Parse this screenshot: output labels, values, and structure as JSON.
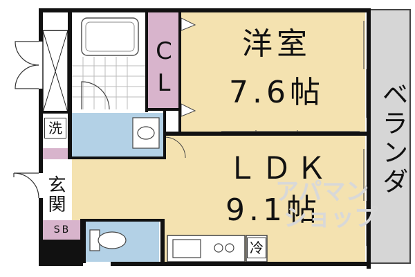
{
  "rooms": {
    "western_room": {
      "name": "洋室",
      "size": "7.6帖"
    },
    "closet": {
      "name_top": "C",
      "name_bottom": "L"
    },
    "ldk": {
      "name": "ＬＤＫ",
      "size": "9.1帖"
    },
    "veranda": {
      "name": "ベランダ"
    },
    "entrance": {
      "name": "玄関"
    },
    "shoe_box": {
      "name": "SB"
    },
    "laundry": {
      "name": "洗"
    },
    "fridge": {
      "name": "冷"
    }
  },
  "watermark": {
    "line1": "アパマン",
    "line2": "ショップ"
  },
  "colors": {
    "room_floor": "#f4e2b0",
    "wet_area": "#b3d1e6",
    "closet_storage": "#d8b4cc",
    "veranda": "#d6d6d6",
    "wall": "#111111",
    "watermark": "#d8d8d8"
  }
}
